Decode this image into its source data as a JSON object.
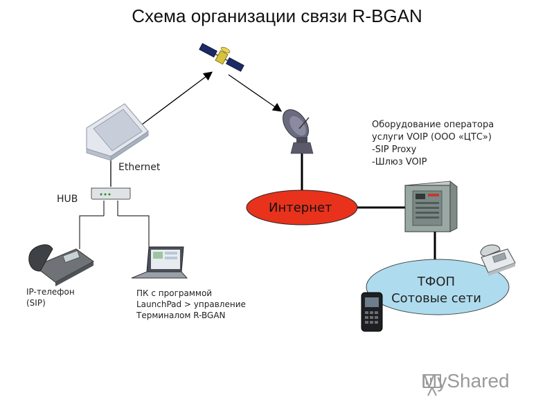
{
  "title": "Схема организации связи R-BGAN",
  "labels": {
    "ethernet": "Ethernet",
    "hub": "HUB",
    "internet": "Интернет",
    "operator": [
      "Оборудование оператора",
      "услуги VOIP (ООО «ЦТС»)",
      "-SIP Proxy",
      "-Шлюз VOIP"
    ],
    "ip_phone": [
      "IP-телефон",
      "(SIP)"
    ],
    "pc": [
      "ПК с программой",
      "LaunchPad > управление",
      "Терминалом R-BGAN"
    ],
    "pstn": [
      "ТФОП",
      "Сотовые сети"
    ]
  },
  "watermark": "MyShared",
  "colors": {
    "internet_fill": "#e8321c",
    "pstn_fill": "#aedcee",
    "line": "#000000",
    "server": "#9aa8a4"
  },
  "icons": {
    "satellite": "satellite-icon",
    "terminal": "bgan-terminal-icon",
    "dish": "satellite-dish-icon",
    "hub": "hub-icon",
    "ip_phone": "ip-phone-icon",
    "laptop": "laptop-icon",
    "server": "server-cabinet-icon",
    "desk_phone": "desk-phone-icon",
    "mobile": "mobile-phone-icon"
  }
}
